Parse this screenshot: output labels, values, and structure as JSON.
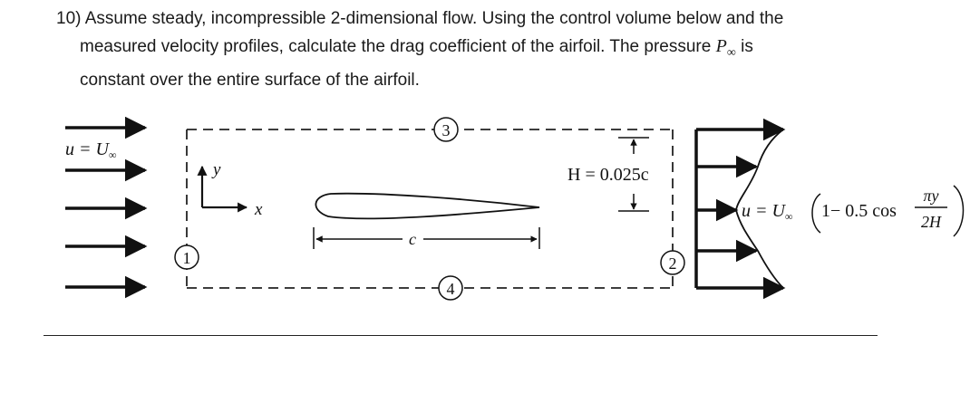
{
  "problem": {
    "number": "10)",
    "line1": "Assume steady, incompressible 2-dimensional flow. Using the control volume below and the",
    "line2_pre": "measured velocity profiles, calculate the drag coefficient of the airfoil. The pressure",
    "p_symbol": "P",
    "p_subscript": "∞",
    "line2_post": "is",
    "line3": "constant over the entire surface of the airfoil."
  },
  "figure": {
    "inlet_label": "u = U",
    "inlet_sub": "∞",
    "axis_x": "x",
    "axis_y": "y",
    "chord_label": "c",
    "height_label": "H = 0.025c",
    "surfaces": [
      "1",
      "2",
      "3",
      "4"
    ],
    "profile_eq": {
      "lhs": "u = U",
      "sub": "∞",
      "paren_body": "1− 0.5 cos",
      "frac_num": "πy",
      "frac_den": "2H"
    }
  }
}
